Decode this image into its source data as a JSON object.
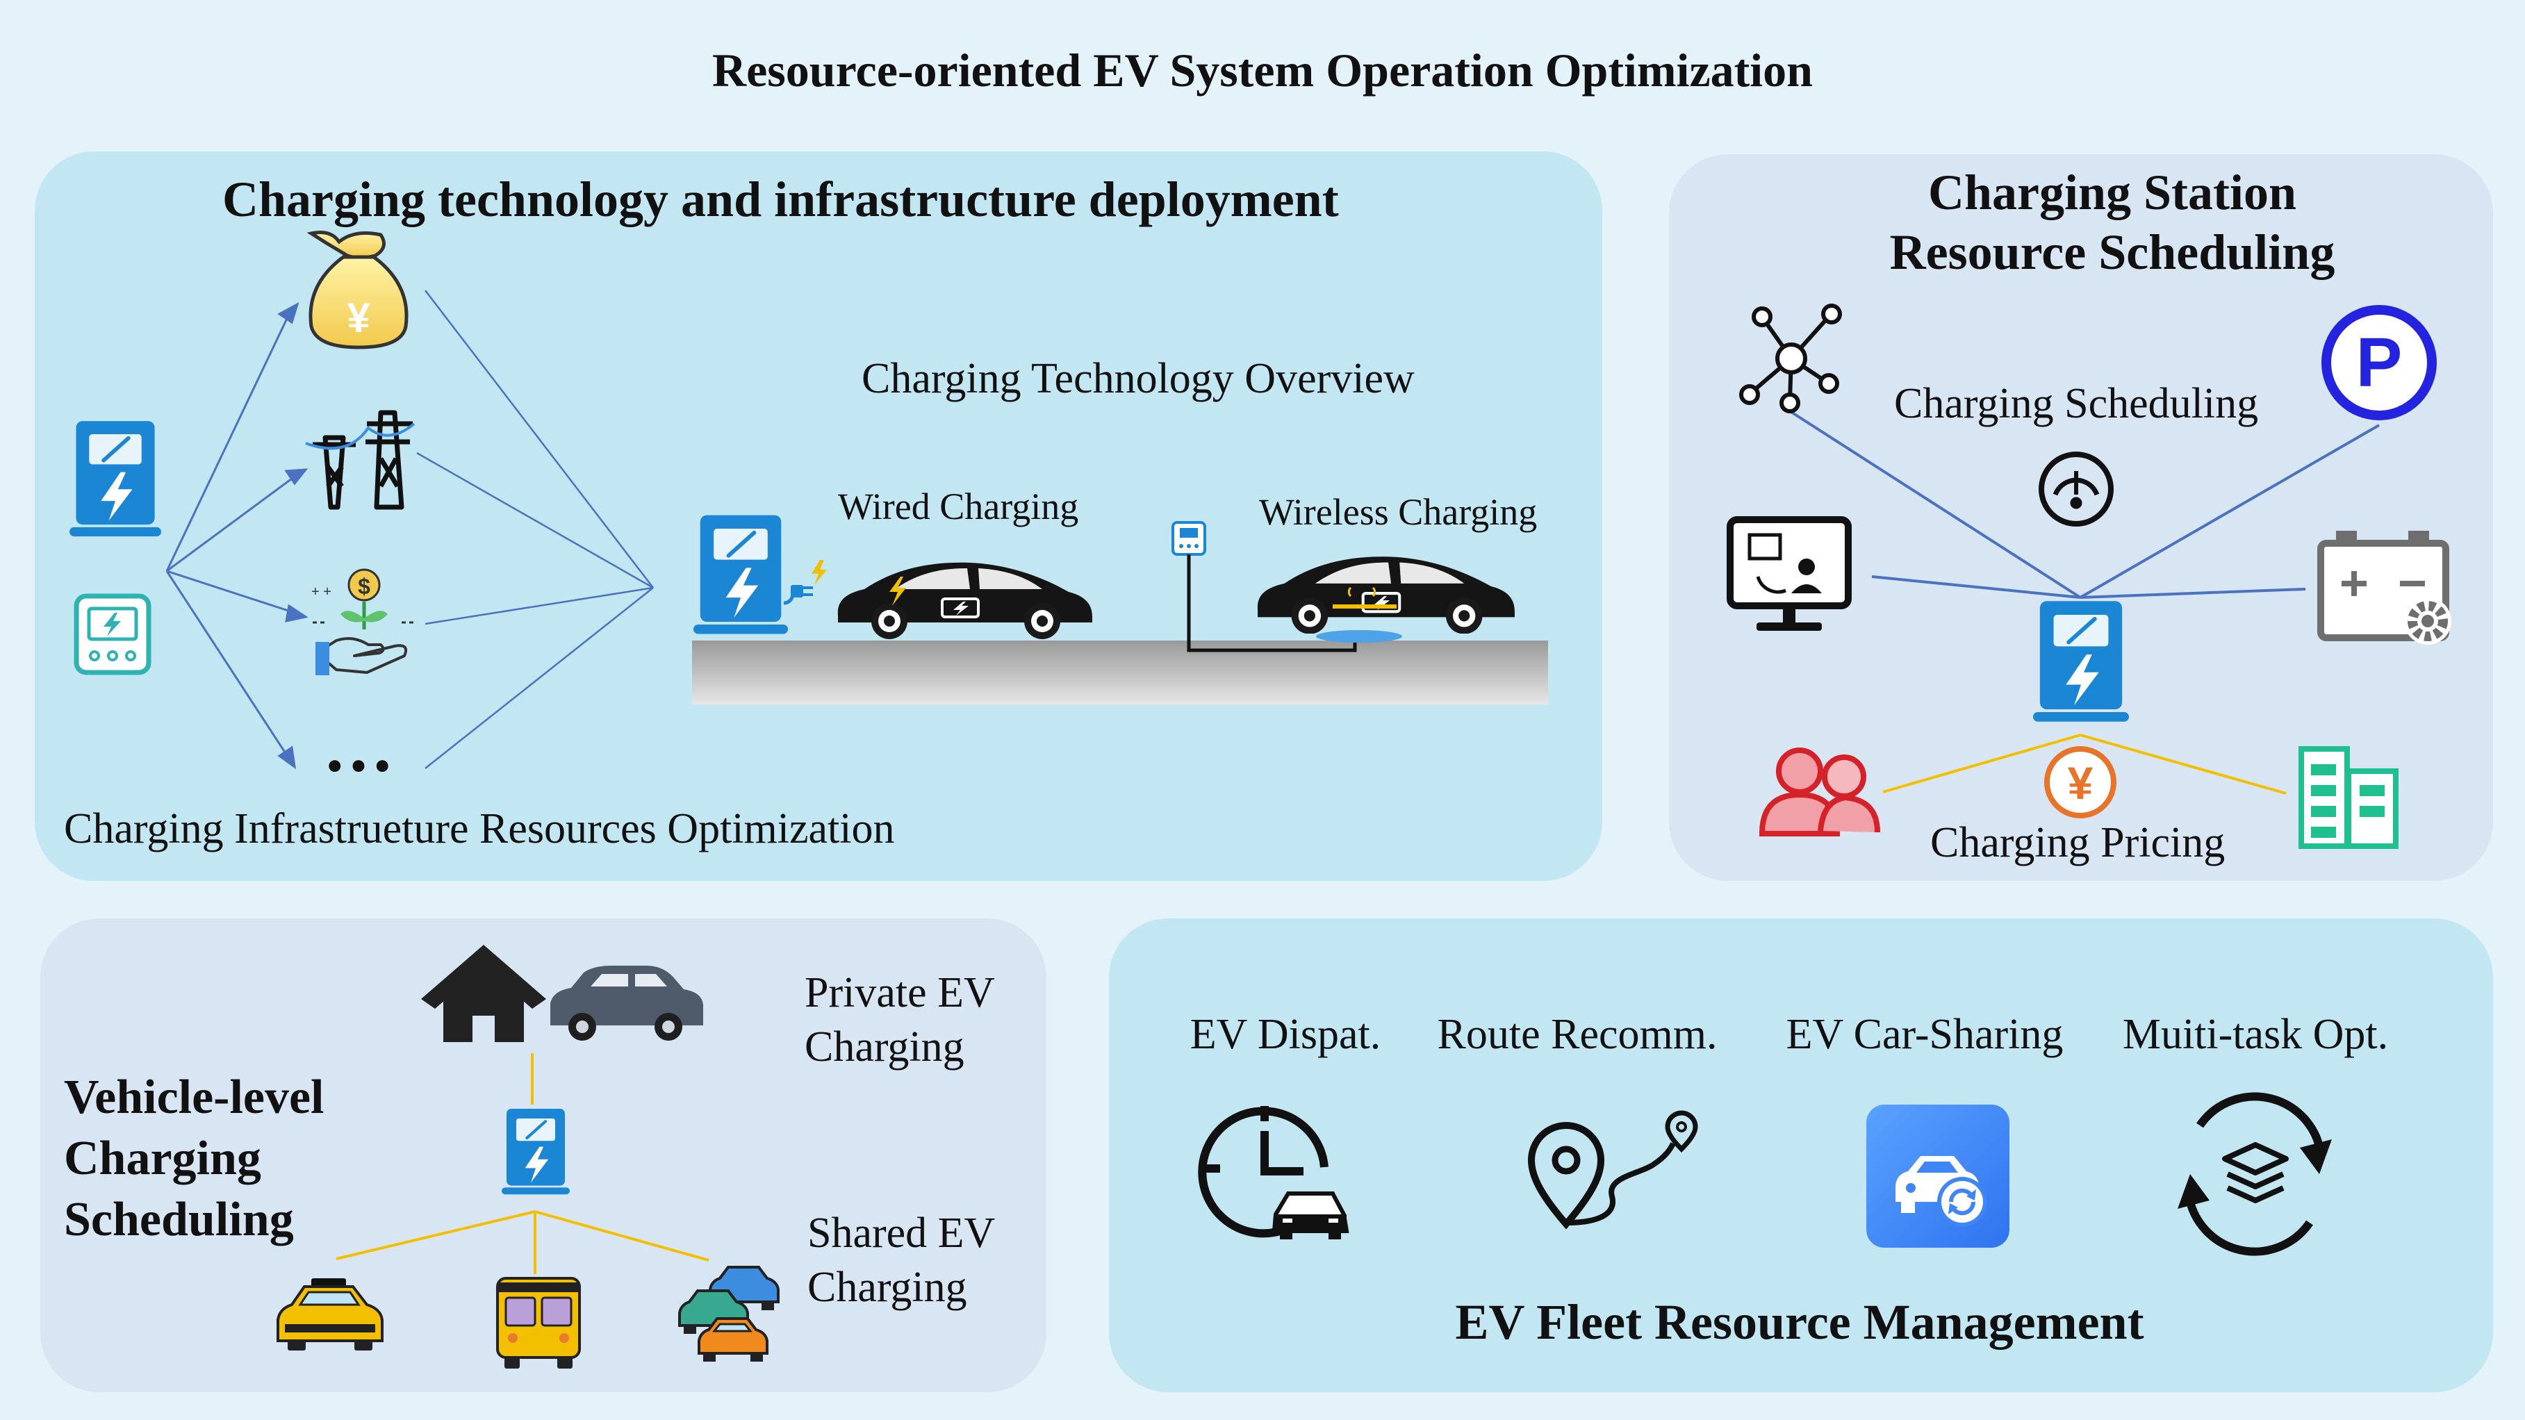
{
  "title": "Resource-oriented EV System Operation Optimization",
  "colors": {
    "page_bg": "#e4f3f9",
    "panel_teal": "#c2e7f2",
    "panel_gray": "#d8e5f2",
    "charger_blue": "#1b87d4",
    "line_blue": "#4a72c0",
    "line_yellow": "#f2c000",
    "dark": "#111111"
  },
  "infrastructure": {
    "heading": "Charging technology and infrastructure deployment",
    "overview_label": "Charging Technology Overview",
    "wired_label": "Wired Charging",
    "wireless_label": "Wireless Charging",
    "optimization_label": "Charging Infrastrueture Resources Optimization",
    "icons": [
      "ev-charger-icon",
      "charge-meter-icon",
      "money-bag-icon",
      "power-tower-icon",
      "investment-plant-icon",
      "ellipsis-icon",
      "wired-car-icon",
      "wireless-car-icon",
      "road-icon"
    ],
    "money_symbol": "¥",
    "investment_symbol": "$",
    "ellipsis": "•••"
  },
  "station": {
    "heading_line1": "Charging Station",
    "heading_line2": "Resource Scheduling",
    "scheduling_label": "Charging Scheduling",
    "pricing_label": "Charging Pricing",
    "parking_symbol": "P",
    "pricing_symbol": "¥",
    "icons": [
      "network-icon",
      "parking-icon",
      "gauge-icon",
      "monitor-icon",
      "battery-gear-icon",
      "station-charger-icon",
      "users-icon",
      "yuan-coin-icon",
      "buildings-icon"
    ]
  },
  "vehicle": {
    "heading_line1": "Vehicle-level",
    "heading_line2": "Charging",
    "heading_line3": "Scheduling",
    "private_line1": "Private EV",
    "private_line2": "Charging",
    "shared_line1": "Shared EV",
    "shared_line2": "Charging",
    "icons": [
      "house-icon",
      "private-car-icon",
      "vehicle-charger-icon",
      "taxi-icon",
      "bus-icon",
      "shared-cars-icon"
    ]
  },
  "fleet": {
    "heading": "EV Fleet Resource Management",
    "items": [
      {
        "label": "EV Dispat.",
        "icon": "dispatch-clock-car-icon"
      },
      {
        "label": "Route Recomm.",
        "icon": "route-pin-icon"
      },
      {
        "label": "EV Car-Sharing",
        "icon": "car-sharing-app-icon"
      },
      {
        "label": "Muiti-task Opt.",
        "icon": "layers-cycle-icon"
      }
    ]
  }
}
